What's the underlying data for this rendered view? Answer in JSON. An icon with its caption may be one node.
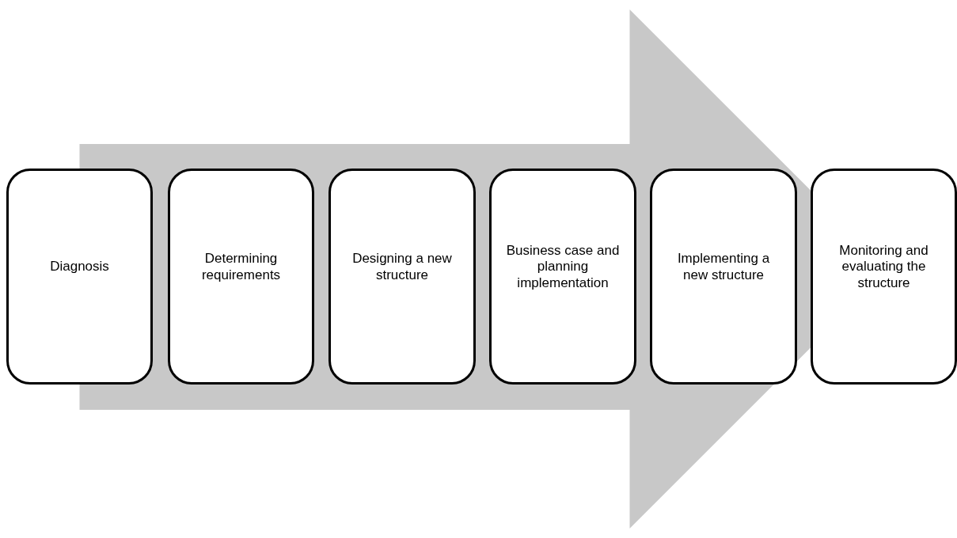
{
  "diagram": {
    "nodes": [
      {
        "text": [
          "Diagnosis"
        ]
      },
      {
        "text": [
          "Determining requirements"
        ]
      },
      {
        "text": [
          "Designing a new structure"
        ]
      },
      {
        "text": [
          "Business case and planning implementation"
        ]
      },
      {
        "text": [
          "Implementing a new structure"
        ]
      },
      {
        "text": [
          "Monitoring and evaluating the structure"
        ]
      }
    ],
    "edges": [
      {
        "from": 0,
        "to": 5,
        "arrow": "to"
      }
    ]
  }
}
